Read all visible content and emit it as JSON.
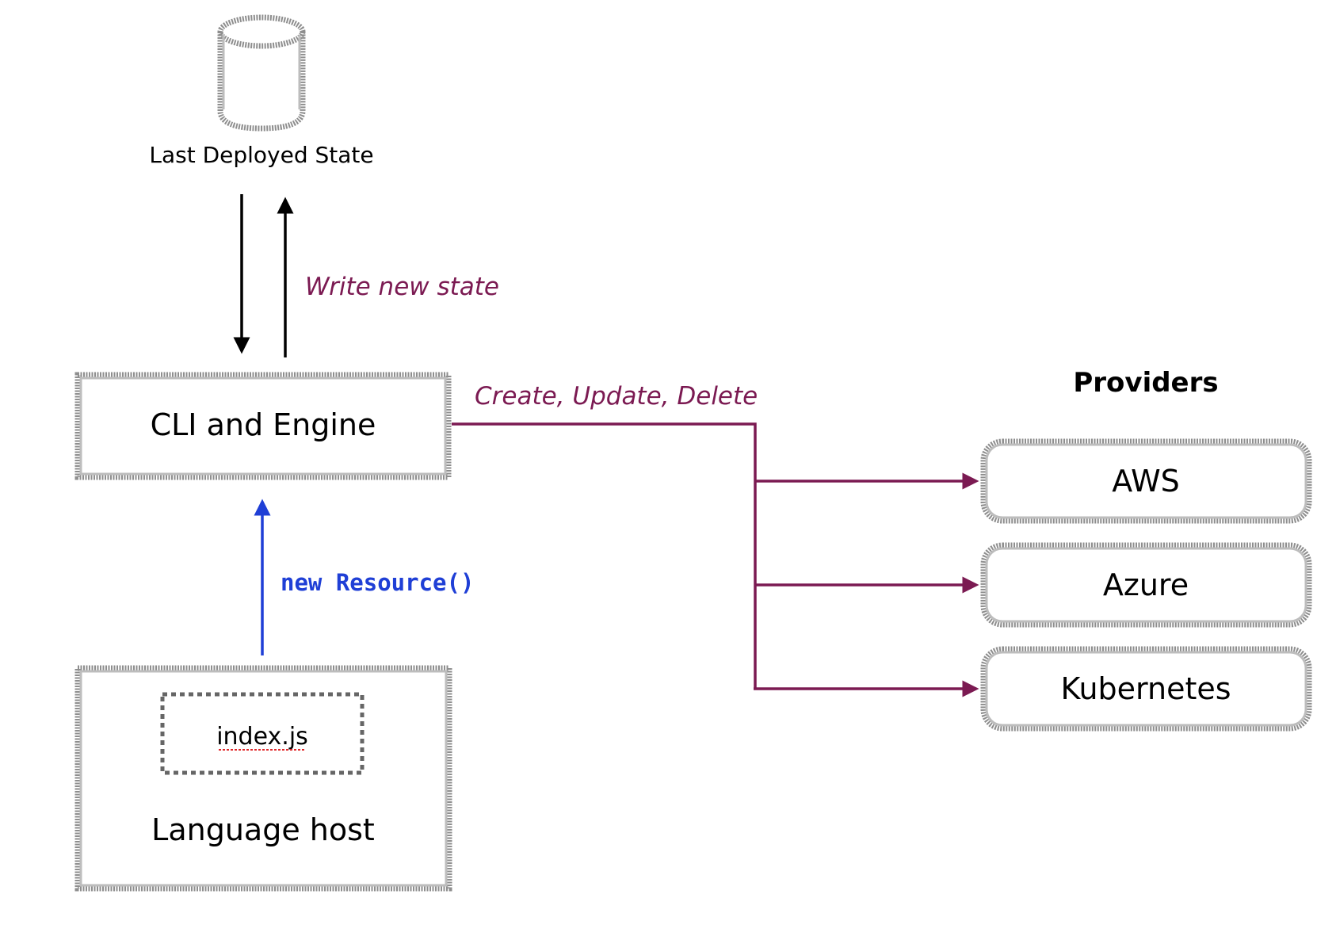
{
  "state_store": {
    "label": "Last Deployed State"
  },
  "write_state": {
    "label": "Write new state"
  },
  "engine": {
    "label": "CLI and Engine"
  },
  "crud": {
    "label": "Create, Update, Delete"
  },
  "resource_call": {
    "label": "new Resource()"
  },
  "language_host": {
    "label": "Language host",
    "file_label": "index.js"
  },
  "providers": {
    "heading": "Providers",
    "items": [
      {
        "label": "AWS"
      },
      {
        "label": "Azure"
      },
      {
        "label": "Kubernetes"
      }
    ]
  },
  "colors": {
    "crud_accent": "#7b1a52",
    "resource_accent": "#1f3fd6",
    "box_outline": "#8e8e8e",
    "arrow_black": "#000000"
  }
}
